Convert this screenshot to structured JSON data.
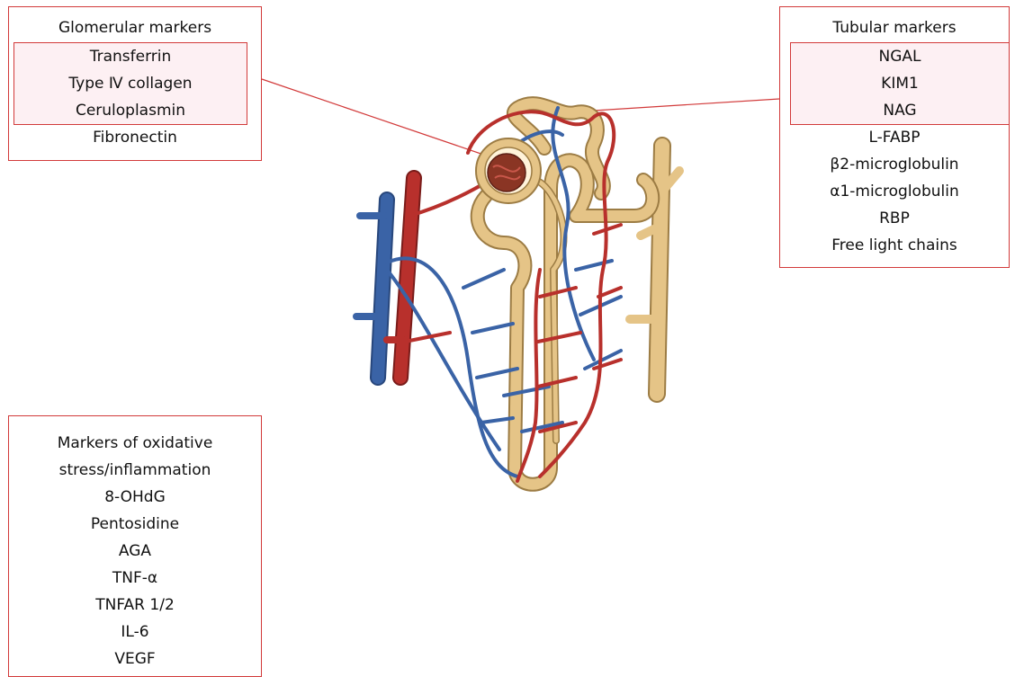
{
  "glomerular": {
    "title": "Glomerular markers",
    "highlighted": [
      "Transferrin",
      "Type Ⅳ collagen",
      "Ceruloplasmin"
    ],
    "other": [
      "Fibronectin"
    ]
  },
  "tubular": {
    "title": "Tubular markers",
    "highlighted": [
      "NGAL",
      "KIM1",
      "NAG"
    ],
    "other": [
      "L-FABP",
      "β2-microglobulin",
      "α1-microglobulin",
      "RBP",
      "Free light chains"
    ]
  },
  "oxidative": {
    "lines": [
      "Markers of oxidative",
      "stress/inflammation",
      "8-OHdG",
      "Pentosidine",
      "AGA",
      "TNF-α",
      "TNFAR 1/2",
      "IL-6",
      "VEGF"
    ]
  },
  "colors": {
    "border": "#d23a3a",
    "highlight_fill": "#fdf0f3",
    "artery": "#b8302c",
    "vein": "#3a63a6",
    "tubule": "#e5c487",
    "tubule_outline": "#9c7c44",
    "glomerulus": "#8a3524"
  }
}
